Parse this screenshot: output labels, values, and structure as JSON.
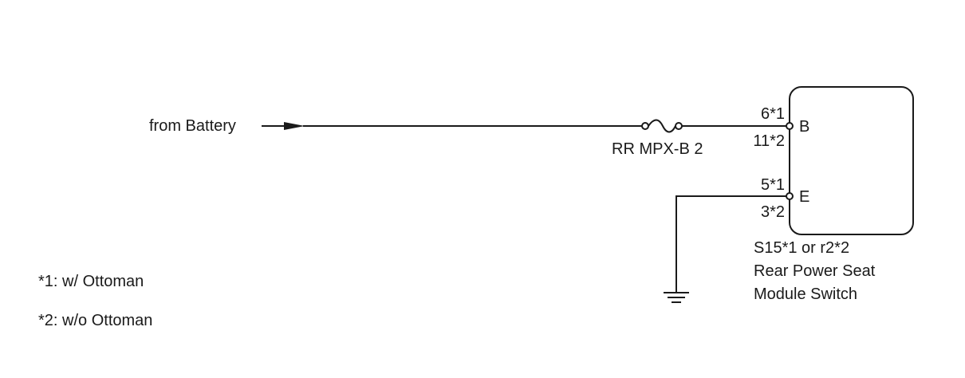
{
  "source_label": "from Battery",
  "fuse": {
    "name": "RR MPX-B 2"
  },
  "component": {
    "connector": "S15*1 or r2*2",
    "name_line1": "Rear Power Seat",
    "name_line2": "Module Switch",
    "terminals": [
      {
        "name": "B",
        "pin_a": "6*1",
        "pin_b": "11*2"
      },
      {
        "name": "E",
        "pin_a": "5*1",
        "pin_b": "3*2"
      }
    ]
  },
  "notes": [
    "*1: w/ Ottoman",
    "*2: w/o Ottoman"
  ]
}
